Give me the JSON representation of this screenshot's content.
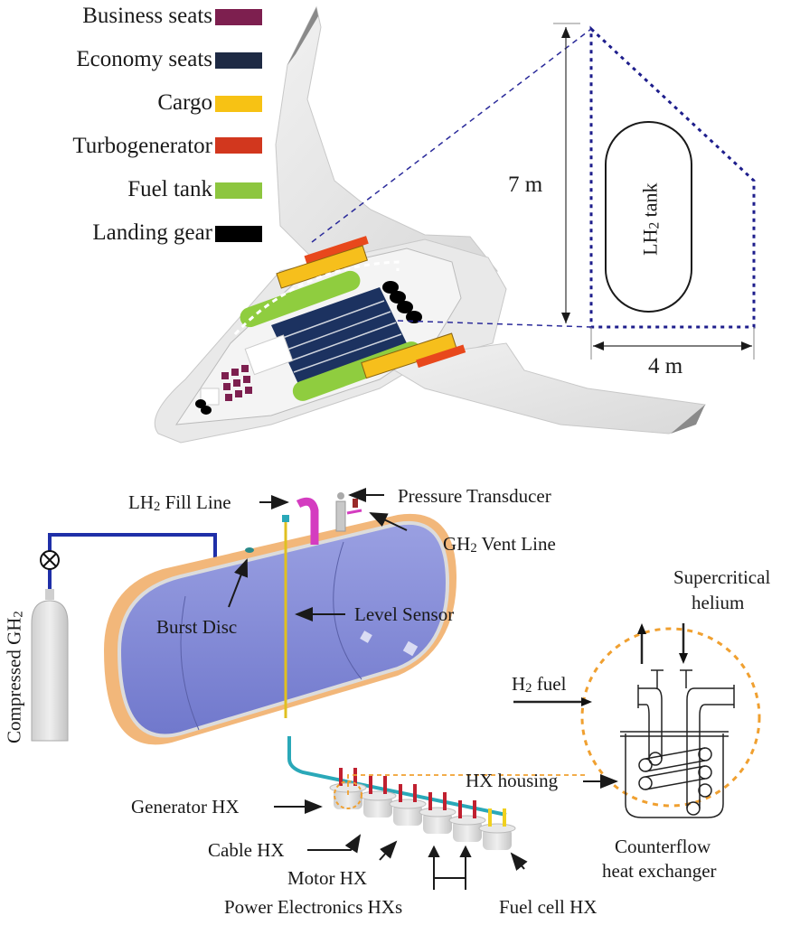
{
  "legend": {
    "items": [
      {
        "label": "Business seats",
        "color": "#7d1f4f"
      },
      {
        "label": "Economy seats",
        "color": "#1e2a44"
      },
      {
        "label": "Cargo",
        "color": "#f7c214"
      },
      {
        "label": "Turbogenerator",
        "color": "#d2371e"
      },
      {
        "label": "Fuel tank",
        "color": "#8dc63f"
      },
      {
        "label": "Landing gear",
        "color": "#000000"
      }
    ]
  },
  "aircraft_section": {
    "height_dimension": "7 m",
    "width_dimension": "4 m",
    "tank_label_main": "LH",
    "tank_label_sub": "2",
    "tank_label_suffix": " tank",
    "outline_color": "#2a2a9a"
  },
  "tank_system": {
    "fill_line": {
      "main": "LH",
      "sub": "2",
      "suffix": " Fill Line"
    },
    "pressure_transducer": "Pressure Transducer",
    "vent_line": {
      "main": "GH",
      "sub": "2",
      "suffix": " Vent Line"
    },
    "burst_disc": "Burst Disc",
    "level_sensor": "Level Sensor",
    "compressed_gas": {
      "main": "Compressed GH",
      "sub": "2"
    },
    "tank_color": "#8088d8",
    "insulation_color": "#f2b77a",
    "pipe_color": "#1f2fa8"
  },
  "heat_exchangers": {
    "generator": "Generator HX",
    "cable": "Cable HX",
    "motor": "Motor HX",
    "power_electronics": "Power Electronics HXs",
    "fuel_cell": "Fuel cell HX",
    "housing": "HX housing",
    "h2_fuel": {
      "main": "H",
      "sub": "2",
      "suffix": " fuel"
    },
    "supercritical_line1": "Supercritical",
    "supercritical_line2": "helium",
    "counterflow_line1": "Counterflow",
    "counterflow_line2": "heat exchanger",
    "highlight_color": "#f0a030",
    "coolant_color": "#2aa8b8"
  }
}
